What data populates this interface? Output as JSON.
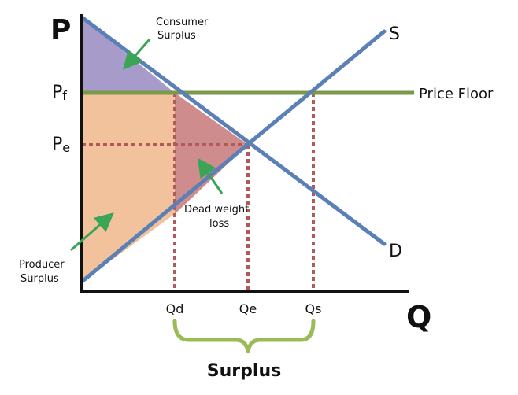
{
  "axes": {
    "y_label": "P",
    "x_label": "Q"
  },
  "price_labels": {
    "floor": "P",
    "floor_sub": "f",
    "equilibrium": "P",
    "equilibrium_sub": "e"
  },
  "curves": {
    "supply": "S",
    "demand": "D",
    "price_floor": "Price Floor"
  },
  "quantity_labels": {
    "qd": "Qd",
    "qe": "Qe",
    "qs": "Qs"
  },
  "areas": {
    "consumer_surplus_line1": "Consumer",
    "consumer_surplus_line2": "Surplus",
    "producer_surplus_line1": "Producer",
    "producer_surplus_line2": "Surplus",
    "deadweight_line1": "Dead weight",
    "deadweight_line2": "loss"
  },
  "surplus_bracket_label": "Surplus",
  "colors": {
    "curve_blue": "#5b80b6",
    "price_floor_green": "#7a9a4a",
    "arrow_green": "#3aa457",
    "bracket_green": "#9bbb59",
    "dotted_red": "#b05a5a",
    "consumer_fill": "#a79bc9",
    "producer_fill": "#f2c29c",
    "deadweight_fill": "#cf8c8c"
  }
}
